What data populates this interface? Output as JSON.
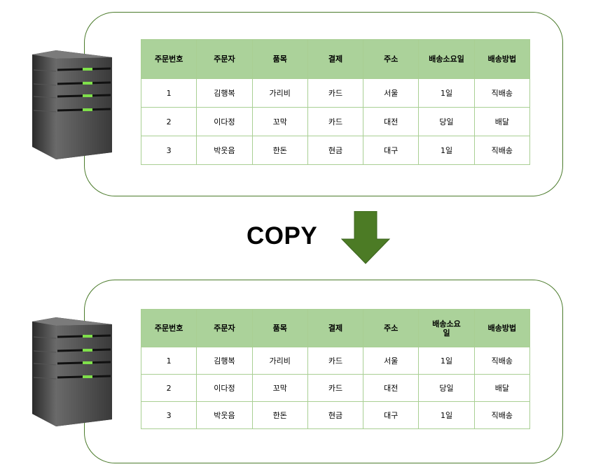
{
  "copy_label": "COPY",
  "colors": {
    "panel_border": "#4a7a2a",
    "table_header_bg": "#abd29a",
    "table_border": "#a9cf93",
    "arrow": "#4c7b25",
    "server_led": "#7fe04a"
  },
  "tables": [
    {
      "headers": [
        "주문번호",
        "주문자",
        "품목",
        "결제",
        "주소",
        "배송소요일",
        "배송방법"
      ],
      "rows": [
        [
          "1",
          "김행복",
          "가리비",
          "카드",
          "서울",
          "1일",
          "직배송"
        ],
        [
          "2",
          "이다정",
          "꼬막",
          "카드",
          "대전",
          "당일",
          "배달"
        ],
        [
          "3",
          "박웃음",
          "한돈",
          "현금",
          "대구",
          "1일",
          "직배송"
        ]
      ]
    },
    {
      "headers": [
        "주문번호",
        "주문자",
        "품목",
        "결제",
        "주소",
        "배송소요\n일",
        "배송방법"
      ],
      "rows": [
        [
          "1",
          "김행복",
          "가리비",
          "카드",
          "서울",
          "1일",
          "직배송"
        ],
        [
          "2",
          "이다정",
          "꼬막",
          "카드",
          "대전",
          "당일",
          "배달"
        ],
        [
          "3",
          "박웃음",
          "한돈",
          "현금",
          "대구",
          "1일",
          "직배송"
        ]
      ]
    }
  ]
}
